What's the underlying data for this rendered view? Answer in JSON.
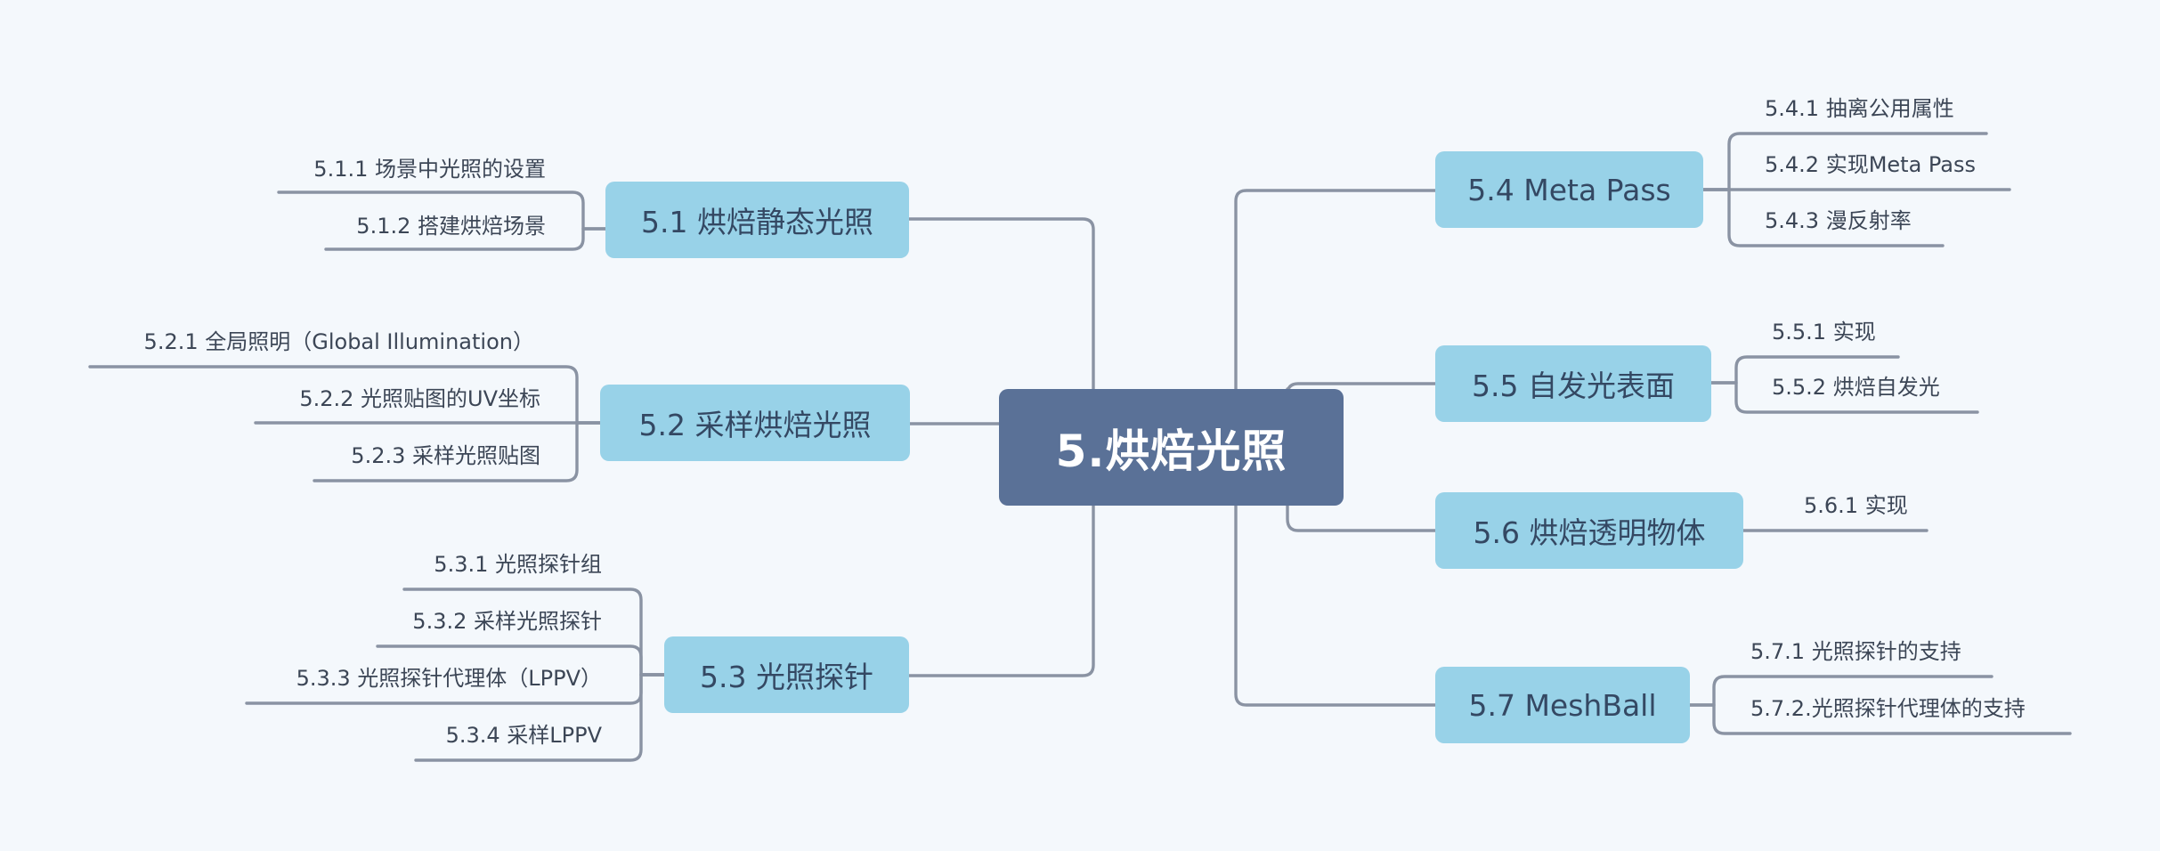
{
  "root": {
    "label": "5.烘焙光照"
  },
  "branches": [
    {
      "label": "5.1 烘焙静态光照",
      "children": [
        "5.1.1 场景中光照的设置",
        "5.1.2 搭建烘焙场景"
      ]
    },
    {
      "label": "5.2 采样烘焙光照",
      "children": [
        "5.2.1 全局照明（Global Illumination）",
        "5.2.2 光照贴图的UV坐标",
        "5.2.3 采样光照贴图"
      ]
    },
    {
      "label": "5.3 光照探针",
      "children": [
        "5.3.1 光照探针组",
        "5.3.2 采样光照探针",
        "5.3.3 光照探针代理体（LPPV）",
        "5.3.4 采样LPPV"
      ]
    },
    {
      "label": "5.4 Meta Pass",
      "children": [
        "5.4.1 抽离公用属性",
        "5.4.2 实现Meta Pass",
        "5.4.3 漫反射率"
      ]
    },
    {
      "label": "5.5 自发光表面",
      "children": [
        "5.5.1 实现",
        "5.5.2 烘焙自发光"
      ]
    },
    {
      "label": "5.6 烘焙透明物体",
      "children": [
        "5.6.1 实现"
      ]
    },
    {
      "label": "5.7 MeshBall",
      "children": [
        "5.7.1 光照探针的支持",
        "5.7.2.光照探针代理体的支持"
      ]
    }
  ],
  "colors": {
    "background": "#f4f8fc",
    "root_fill": "#5a7197",
    "branch_fill": "#98d2e8",
    "connector": "#8a93a3",
    "text_dark": "#344863"
  }
}
